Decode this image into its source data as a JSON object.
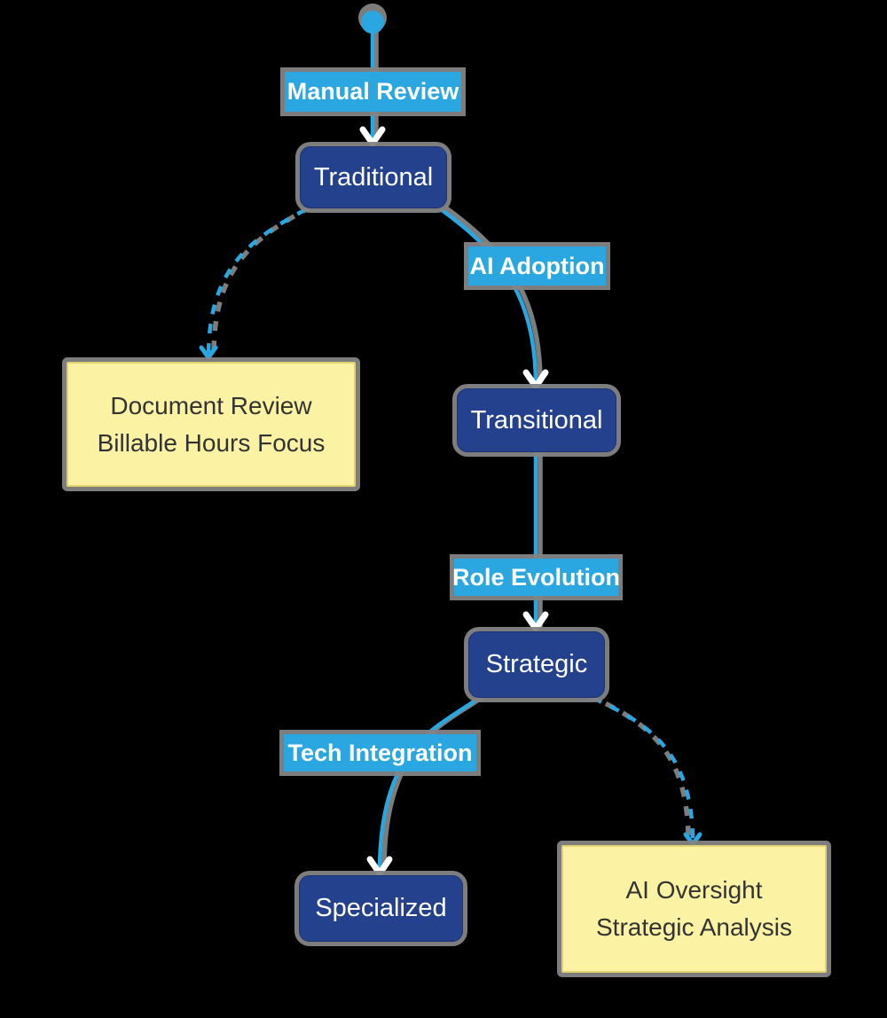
{
  "diagram": {
    "type": "state-flowchart",
    "background_color": "#000000",
    "colors": {
      "accent_blue": "#2aa7e0",
      "state_node_fill": "#24418e",
      "note_fill": "#fbf3a3",
      "note_border": "#e0d36e",
      "shadow_gray": "#848484",
      "state_text": "#ffffff",
      "label_text": "#ffffff",
      "note_text": "#333333"
    },
    "icons": {
      "start_state": "filled-circle",
      "arrowhead": "chevron-down"
    },
    "nodes": [
      {
        "id": "traditional",
        "label": "Traditional"
      },
      {
        "id": "transitional",
        "label": "Transitional"
      },
      {
        "id": "strategic",
        "label": "Strategic"
      },
      {
        "id": "specialized",
        "label": "Specialized"
      }
    ],
    "edge_labels": [
      {
        "id": "manual-review",
        "label": "Manual Review"
      },
      {
        "id": "ai-adoption",
        "label": "AI Adoption"
      },
      {
        "id": "role-evolution",
        "label": "Role Evolution"
      },
      {
        "id": "tech-integration",
        "label": "Tech Integration"
      }
    ],
    "notes": [
      {
        "id": "note-traditional",
        "lines": [
          "Document Review",
          "Billable Hours Focus"
        ]
      },
      {
        "id": "note-strategic",
        "lines": [
          "AI Oversight",
          "Strategic Analysis"
        ]
      }
    ],
    "edges": [
      {
        "from": "start",
        "to": "traditional",
        "label": "Manual Review",
        "style": "solid"
      },
      {
        "from": "traditional",
        "to": "transitional",
        "label": "AI Adoption",
        "style": "solid"
      },
      {
        "from": "transitional",
        "to": "strategic",
        "label": "Role Evolution",
        "style": "solid"
      },
      {
        "from": "strategic",
        "to": "specialized",
        "label": "Tech Integration",
        "style": "solid"
      },
      {
        "from": "traditional",
        "to": "note-traditional",
        "label": "",
        "style": "dashed"
      },
      {
        "from": "strategic",
        "to": "note-strategic",
        "label": "",
        "style": "dashed"
      }
    ]
  }
}
